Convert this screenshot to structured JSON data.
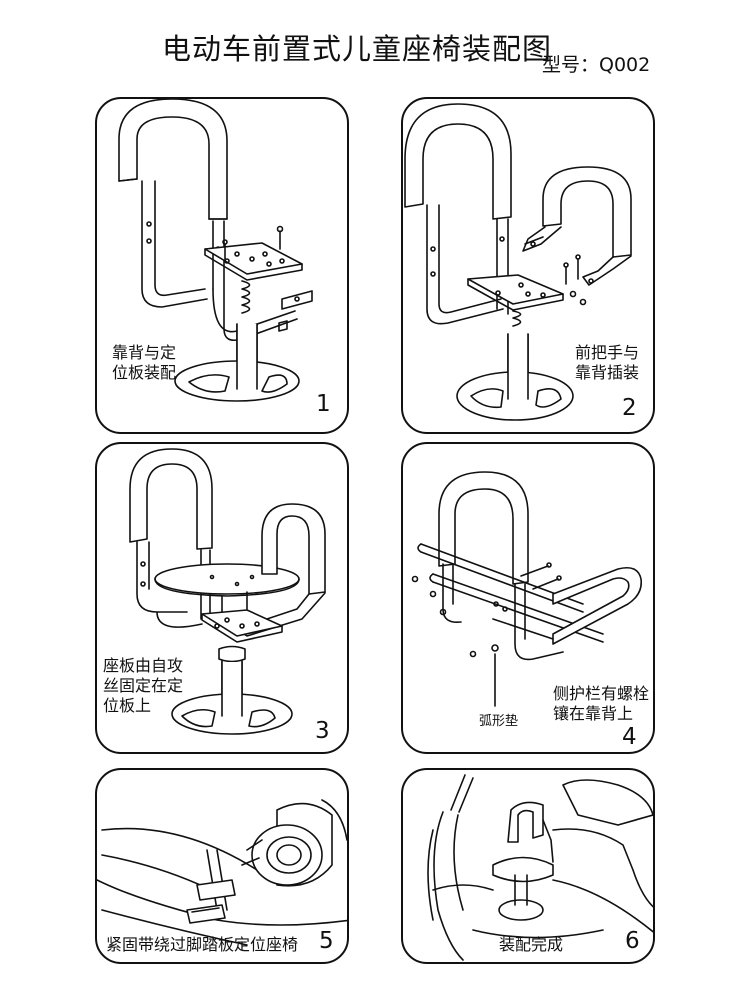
{
  "header": {
    "title": "电动车前置式儿童座椅装配图",
    "model": "型号：Q002"
  },
  "steps": [
    {
      "number": "1",
      "caption": "靠背与定\n位板装配"
    },
    {
      "number": "2",
      "caption": "前把手与\n靠背插装"
    },
    {
      "number": "3",
      "caption": "座板由自攻\n丝固定在定\n位板上"
    },
    {
      "number": "4",
      "caption": "侧护栏有螺栓\n镶在靠背上",
      "annotation": "弧形垫"
    },
    {
      "number": "5",
      "caption": "紧固带绕过脚踏板定位座椅"
    },
    {
      "number": "6",
      "caption": "装配完成"
    }
  ]
}
